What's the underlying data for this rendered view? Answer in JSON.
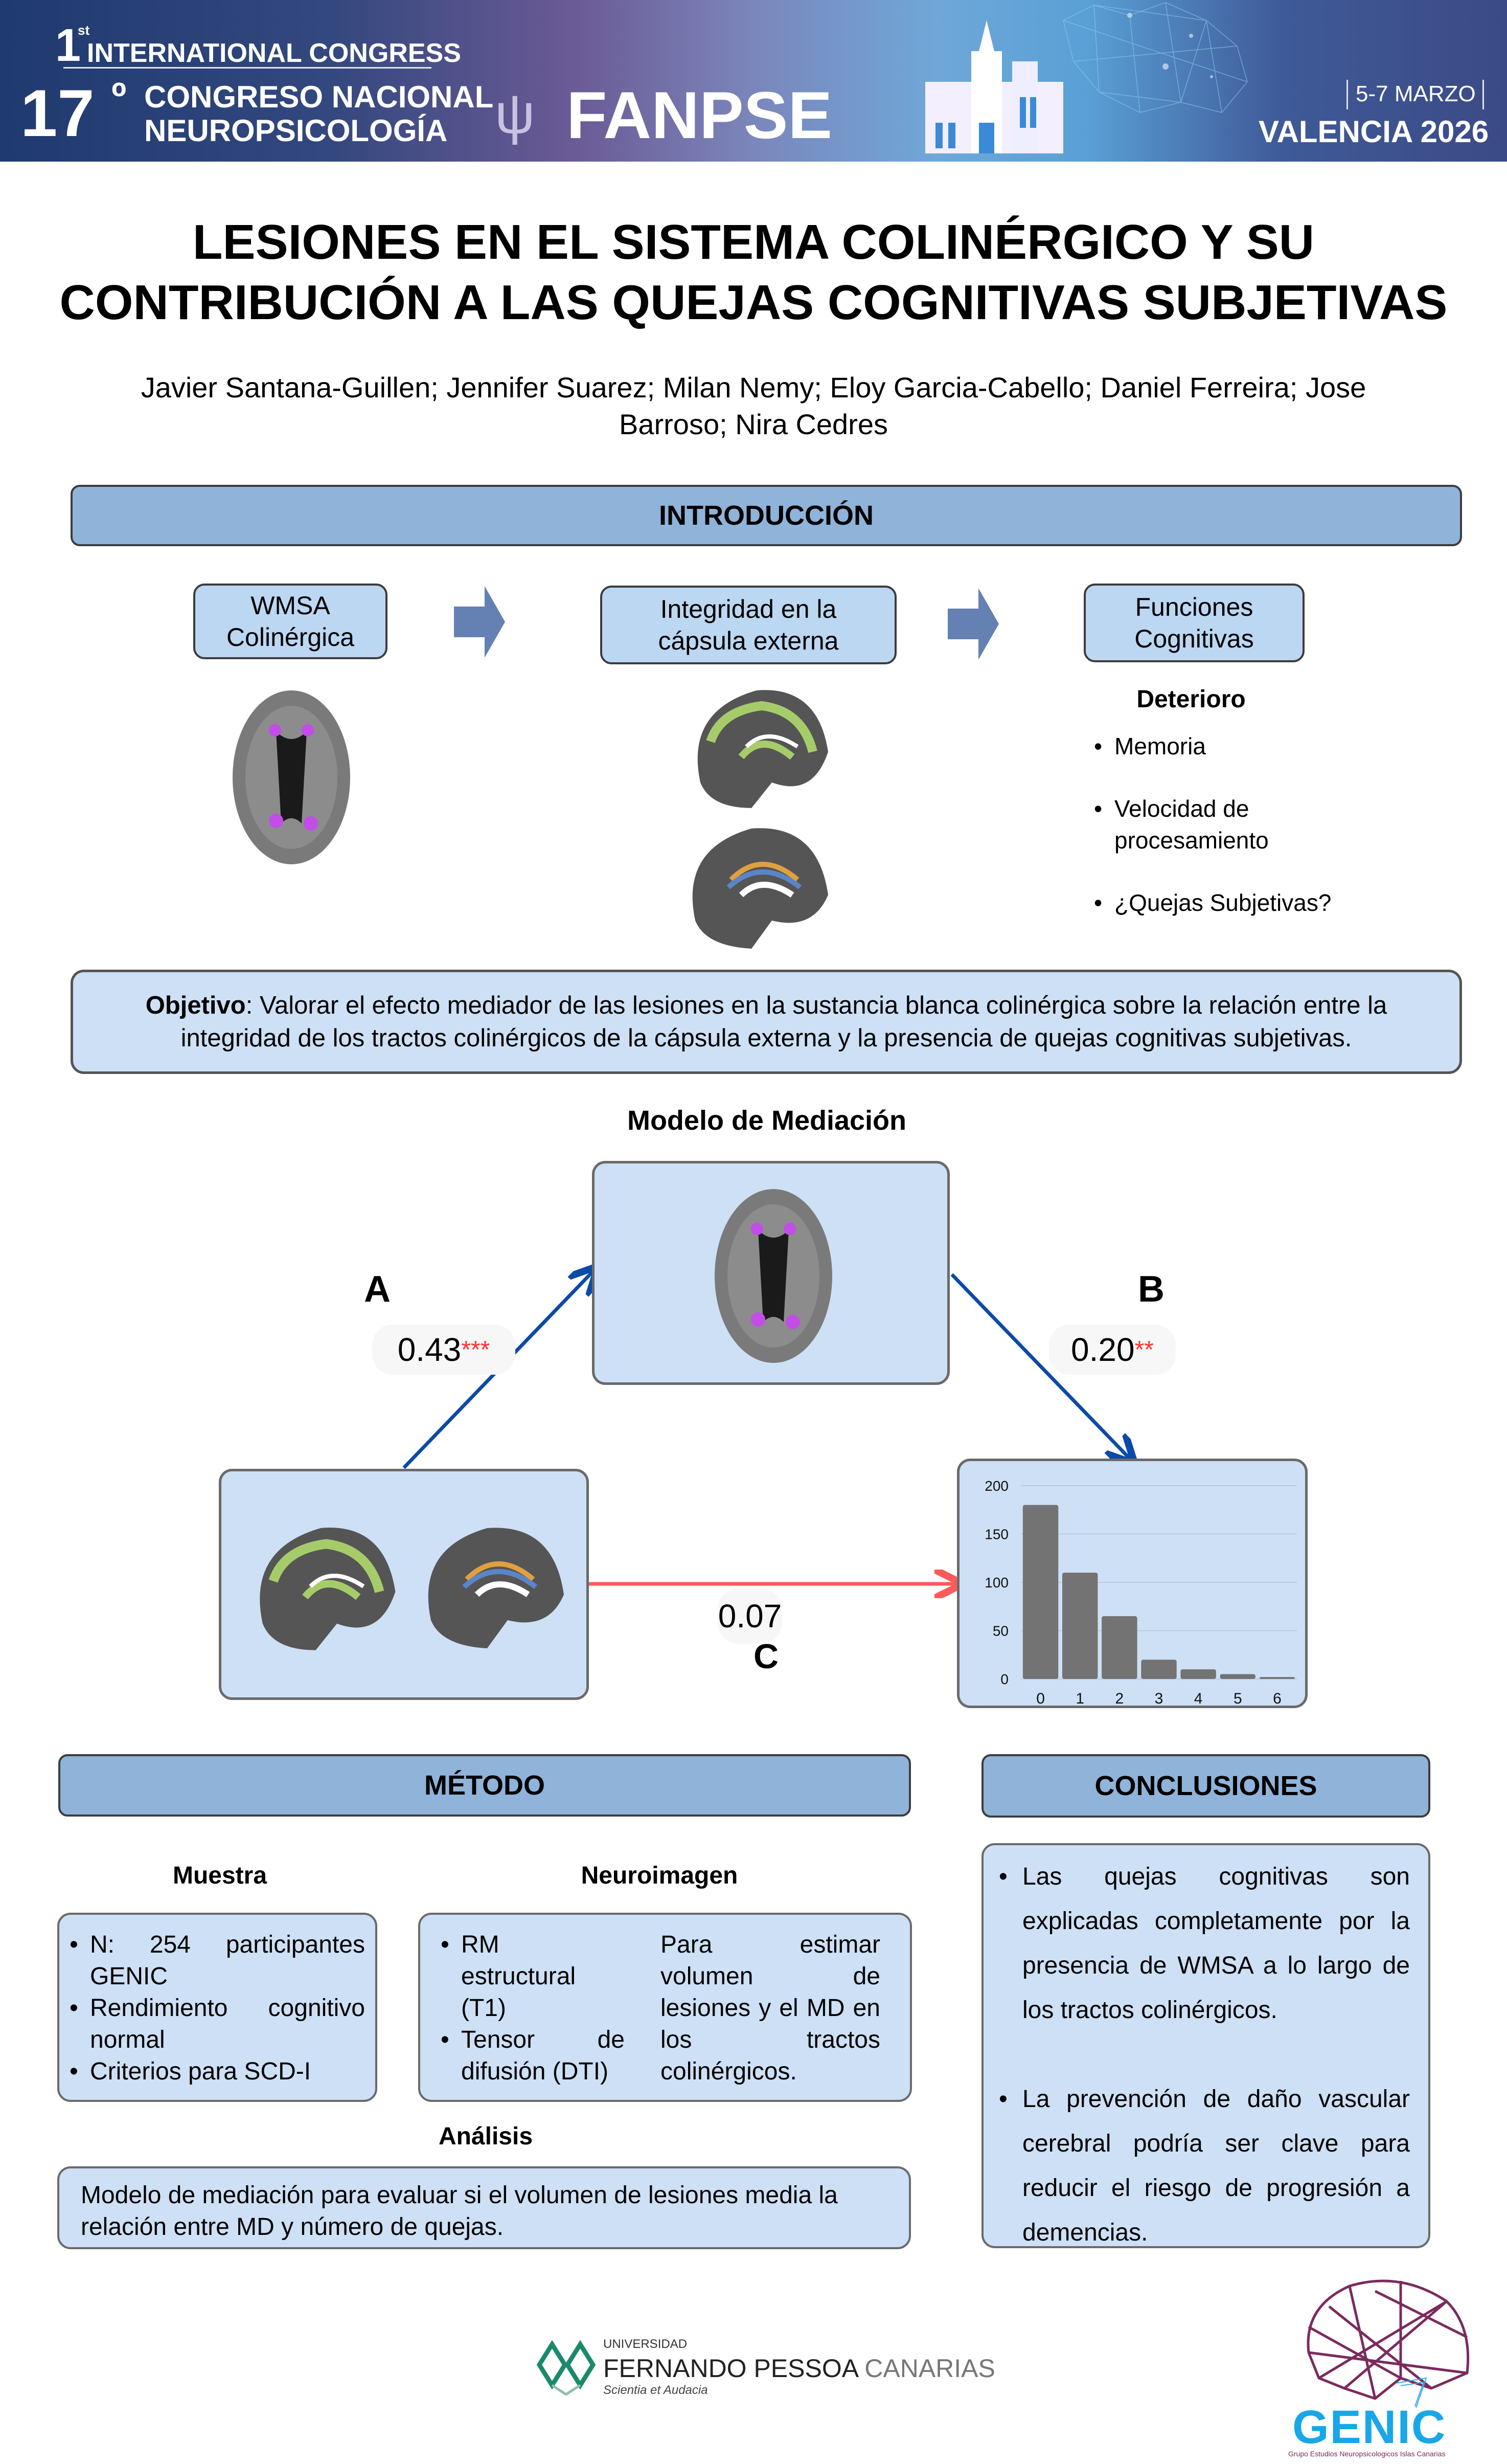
{
  "banner": {
    "first_sup": "st",
    "first_num": "1",
    "international": "INTERNATIONAL CONGRESS",
    "num17": "17",
    "degree": "º",
    "congreso": "CONGRESO NACIONAL",
    "neuro": "NEUROPSICOLOGÍA",
    "brand": "FANPSE",
    "dates": "5-7 MARZO",
    "city": "VALENCIA 2026"
  },
  "title": {
    "line1": "LESIONES EN EL SISTEMA COLINÉRGICO Y SU",
    "line2": "CONTRIBUCIÓN A LAS QUEJAS COGNITIVAS SUBJETIVAS"
  },
  "authors": {
    "line1": "Javier Santana-Guillen; Jennifer Suarez; Milan Nemy; Eloy Garcia-Cabello; Daniel Ferreira; Jose",
    "line2": "Barroso; Nira Cedres"
  },
  "intro": {
    "header": "INTRODUCCIÓN",
    "flow": [
      {
        "line1": "WMSA",
        "line2": "Colinérgica"
      },
      {
        "line1": "Integridad en la",
        "line2": "cápsula externa"
      },
      {
        "line1": "Funciones",
        "line2": "Cognitivas"
      }
    ],
    "deterioro_title": "Deterioro",
    "deterioro_items": [
      "Memoria",
      "Velocidad de procesamiento",
      "¿Quejas Subjetivas?"
    ],
    "objective_label": "Objetivo",
    "objective_text": ": Valorar el efecto mediador de las lesiones en la sustancia blanca colinérgica sobre la relación entre la integridad de los tractos colinérgicos de la cápsula externa y la presencia de quejas cognitivas subjetivas."
  },
  "mediation": {
    "title": "Modelo de Mediación",
    "path_a": {
      "letter": "A",
      "value": "0.43",
      "stars": "***"
    },
    "path_b": {
      "letter": "B",
      "value": "0.20",
      "stars": "**"
    },
    "path_c": {
      "letter": "C",
      "value": "0.07"
    },
    "colors": {
      "ab_arrow": "#0b4aa8",
      "c_arrow": "#ff5a5a",
      "bar": "#737373",
      "box": "#cde0f5"
    }
  },
  "chart_data": {
    "type": "bar",
    "title": "",
    "xlabel": "",
    "ylabel": "",
    "categories": [
      "0",
      "1",
      "2",
      "3",
      "4",
      "5",
      "6"
    ],
    "values": [
      180,
      110,
      65,
      20,
      10,
      5,
      2
    ],
    "yticks": [
      "0",
      "50",
      "100",
      "150",
      "200"
    ],
    "ylim": [
      0,
      200
    ],
    "grid": true,
    "legend": "none"
  },
  "metodo": {
    "header": "MÉTODO",
    "muestra_title": "Muestra",
    "muestra_items": [
      "N: 254 participantes GENIC",
      "Rendimiento cognitivo normal",
      "Criterios para SCD-I"
    ],
    "neuro_title": "Neuroimagen",
    "neuro_items": [
      "RM estructural (T1)",
      "Tensor de difusión (DTI)"
    ],
    "neuro_desc": "Para estimar volumen de lesiones y el MD en los tractos colinérgicos.",
    "analisis_title": "Análisis",
    "analisis_text": "Modelo de mediación para evaluar si el volumen de lesiones media la relación entre MD y número de quejas."
  },
  "conclusiones": {
    "header": "CONCLUSIONES",
    "items": [
      "Las quejas cognitivas son explicadas completamente por la presencia de WMSA a lo largo de los tractos colinérgicos.",
      "La prevención de daño vascular cerebral podría ser clave para reducir el riesgo de progresión a demencias."
    ]
  },
  "footer": {
    "ufp_small": "UNIVERSIDAD",
    "ufp_name": "FERNANDO PESSOA",
    "ufp_name2": "CANARIAS",
    "ufp_motto": "Scientia et Audacia",
    "genic": "GENIC",
    "genic_sub": "Grupo Estudios Neuropsicologicos Islas Canarias"
  }
}
